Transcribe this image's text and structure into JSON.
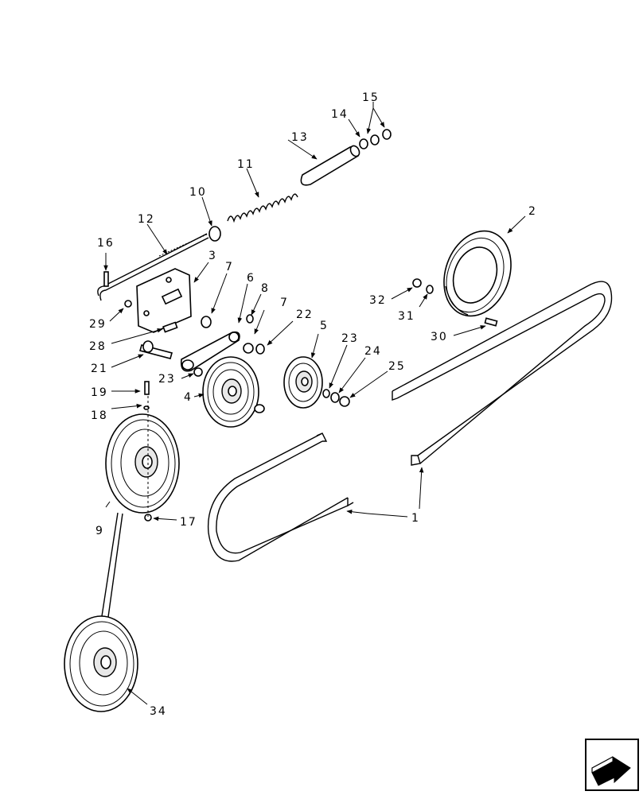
{
  "callouts": {
    "c1": "1",
    "c2": "2",
    "c3": "3",
    "c4": "4",
    "c5": "5",
    "c6": "6",
    "c7a": "7",
    "c7b": "7",
    "c8": "8",
    "c9": "9",
    "c10": "10",
    "c11": "11",
    "c12": "12",
    "c13": "13",
    "c14": "14",
    "c15": "15",
    "c16": "16",
    "c17": "17",
    "c18": "18",
    "c19": "19",
    "c21": "21",
    "c22": "22",
    "c23a": "23",
    "c23b": "23",
    "c24": "24",
    "c25": "25",
    "c28": "28",
    "c29": "29",
    "c30": "30",
    "c31": "31",
    "c32": "32",
    "c34": "34"
  },
  "icons": {
    "nav": "next-page-arrow-icon"
  }
}
